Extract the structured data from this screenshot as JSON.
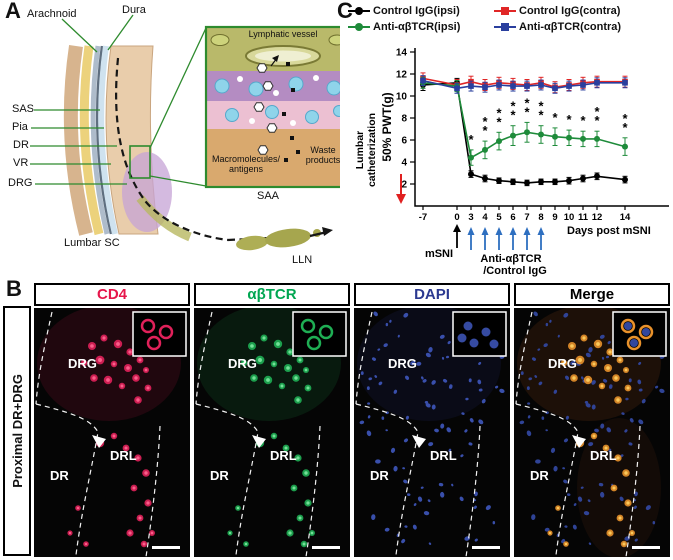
{
  "panelA": {
    "label": "A",
    "labels": {
      "arachnoid": "Arachnoid",
      "dura": "Dura",
      "sas": "SAS",
      "pia": "Pia",
      "dr": "DR",
      "vr": "VR",
      "drg": "DRG",
      "lumbar_sc": "Lumbar SC",
      "lln": "LLN"
    },
    "inset": {
      "lymphatic_vessel": "Lymphatic vessel",
      "macromolecules": "Macromolecules/",
      "antigens": "antigens",
      "waste": "Waste",
      "products": "products",
      "saa": "SAA"
    }
  },
  "panelB": {
    "label": "B",
    "side_label": "Proximal DR+DRG",
    "region_labels": [
      "DRG",
      "DR",
      "DRL"
    ],
    "channels": [
      {
        "title": "CD4",
        "color": "#e6164b",
        "type": "red"
      },
      {
        "title": "αβTCR",
        "color": "#00a651",
        "type": "green"
      },
      {
        "title": "DAPI",
        "color": "#2b3990",
        "type": "blue"
      },
      {
        "title": "Merge",
        "color": "#000000",
        "type": "merge"
      }
    ]
  },
  "panelC": {
    "label": "C",
    "annotations": {
      "lumbar_line1": "Lumbar",
      "lumbar_line2": "catheterization",
      "msni": "mSNI",
      "treat_line1": "Anti-αβTCR",
      "treat_line2": "/Control IgG"
    }
  },
  "chart_data": {
    "type": "line",
    "x": [
      -7,
      0,
      3,
      4,
      5,
      6,
      7,
      8,
      9,
      10,
      11,
      12,
      14
    ],
    "xlabel": "Days post mSNI",
    "ylabel": "50% PWT(g)",
    "ylim": [
      0,
      14
    ],
    "yticks": [
      2,
      4,
      6,
      8,
      10,
      12,
      14
    ],
    "legend_position": "top",
    "series": [
      {
        "name": "Control IgG(ipsi)",
        "color": "#000000",
        "marker": "circle",
        "values": [
          11.0,
          11.2,
          2.9,
          2.5,
          2.3,
          2.2,
          2.1,
          2.2,
          2.2,
          2.3,
          2.5,
          2.7,
          2.4
        ],
        "errors": [
          0.5,
          0.4,
          0.3,
          0.3,
          0.25,
          0.25,
          0.25,
          0.25,
          0.25,
          0.3,
          0.3,
          0.3,
          0.3
        ]
      },
      {
        "name": "Control IgG(contra)",
        "color": "#e02626",
        "marker": "square",
        "values": [
          11.6,
          11.0,
          11.3,
          11.0,
          11.2,
          11.1,
          11.0,
          11.2,
          10.8,
          11.0,
          11.2,
          11.3,
          11.3
        ],
        "errors": [
          0.5,
          0.5,
          0.5,
          0.5,
          0.5,
          0.5,
          0.5,
          0.5,
          0.5,
          0.5,
          0.5,
          0.5,
          0.5
        ]
      },
      {
        "name": "Anti-αβTCR(ipsi)",
        "color": "#1e8b3a",
        "marker": "circle",
        "values": [
          11.2,
          10.9,
          4.4,
          5.1,
          5.9,
          6.4,
          6.7,
          6.5,
          6.3,
          6.2,
          6.1,
          6.1,
          5.4
        ],
        "errors": [
          0.5,
          0.5,
          0.7,
          0.8,
          0.8,
          0.9,
          0.9,
          0.8,
          0.8,
          0.7,
          0.7,
          0.7,
          0.8
        ]
      },
      {
        "name": "Anti-αβTCR(contra)",
        "color": "#2a3f9e",
        "marker": "square",
        "values": [
          11.4,
          10.7,
          10.9,
          10.8,
          11.0,
          10.9,
          10.9,
          11.0,
          10.7,
          10.9,
          11.0,
          11.2,
          11.2
        ],
        "errors": [
          0.45,
          0.45,
          0.45,
          0.45,
          0.45,
          0.45,
          0.45,
          0.45,
          0.45,
          0.45,
          0.45,
          0.45,
          0.45
        ]
      }
    ],
    "significance": [
      {
        "x": 3,
        "label": "*"
      },
      {
        "x": 4,
        "label": "**"
      },
      {
        "x": 5,
        "label": "**"
      },
      {
        "x": 6,
        "label": "**"
      },
      {
        "x": 7,
        "label": "**"
      },
      {
        "x": 8,
        "label": "**"
      },
      {
        "x": 9,
        "label": "*"
      },
      {
        "x": 10,
        "label": "*"
      },
      {
        "x": 11,
        "label": "*"
      },
      {
        "x": 12,
        "label": "**"
      },
      {
        "x": 14,
        "label": "**"
      }
    ]
  }
}
